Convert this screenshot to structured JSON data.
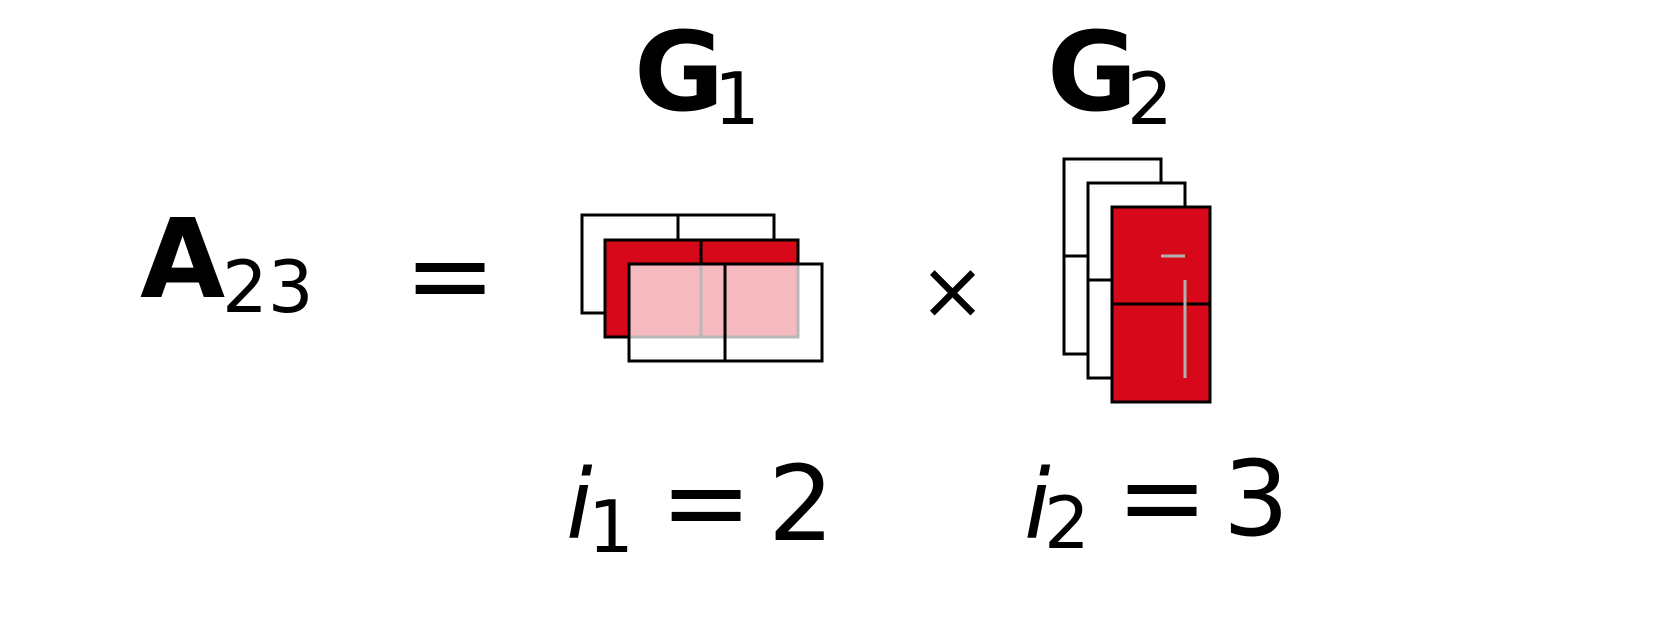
{
  "equation": {
    "lhs": {
      "symbol": "A",
      "subscript": "23"
    },
    "equals": "=",
    "times": "×"
  },
  "tensors": [
    {
      "symbol": "G",
      "subscript": "1",
      "index_var": "i",
      "index_sub": "1",
      "index_eq": "=",
      "index_value": "2",
      "slices": 3,
      "rows": 1,
      "cols": 2,
      "selected_slice": 2
    },
    {
      "symbol": "G",
      "subscript": "2",
      "index_var": "i",
      "index_sub": "2",
      "index_eq": "=",
      "index_value": "3",
      "slices": 3,
      "rows": 2,
      "cols": 1,
      "selected_slice": 3
    }
  ],
  "colors": {
    "selected": "#d7081a",
    "empty": "#ffffff",
    "stroke": "#000000"
  }
}
